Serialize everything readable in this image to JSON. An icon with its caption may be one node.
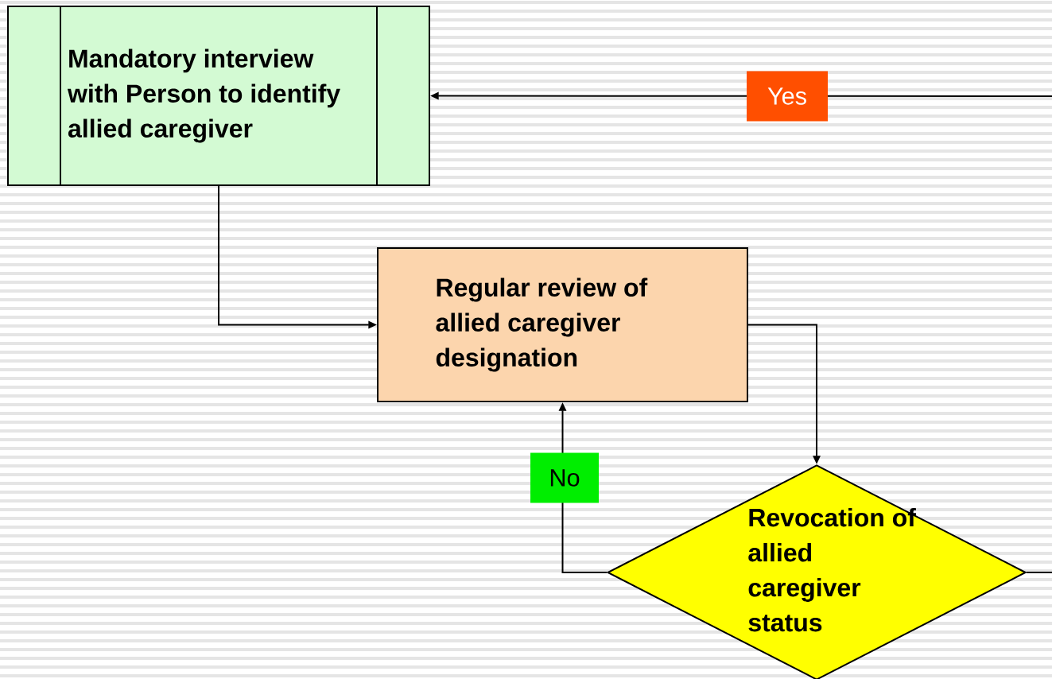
{
  "diagram": {
    "nodes": [
      {
        "text": [
          "Mandatory interview with Person to identify allied caregiver"
        ]
      },
      {
        "text": [
          "Regular review of allied caregiver designation"
        ]
      },
      {
        "text": [
          "Revocation of allied caregiver status"
        ]
      }
    ],
    "edges": [
      {
        "from": 0,
        "to": 1,
        "arrow": "to"
      },
      {
        "from": 1,
        "to": 2,
        "arrow": "to"
      },
      {
        "from": 2,
        "to": 1,
        "arrow": "to",
        "label": "No"
      },
      {
        "from": 2,
        "to": null,
        "arrow": "none"
      },
      {
        "from": null,
        "to": 0,
        "arrow": "to",
        "label": "Yes"
      }
    ]
  }
}
